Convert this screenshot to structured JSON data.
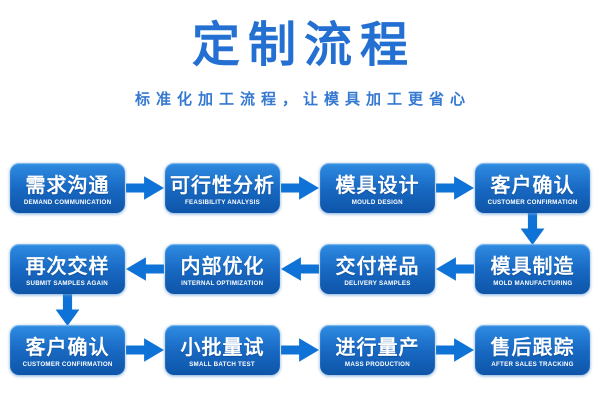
{
  "header": {
    "title": "定制流程",
    "subtitle": "标准化加工流程，让模具加工更省心"
  },
  "colors": {
    "title_blue": "#2470d2",
    "subtitle_blue": "#3579d2",
    "box_gradient_top": "#2f8ce2",
    "box_gradient_bottom": "#0e55a8",
    "arrow_blue": "#0e72d6",
    "text_white": "#ffffff",
    "background": "#ffffff"
  },
  "flow": {
    "pattern": "serpentine",
    "rows": [
      {
        "direction": "right",
        "steps": [
          {
            "zh": "需求沟通",
            "en": "DEMAND COMMUNICATION"
          },
          {
            "zh": "可行性分析",
            "en": "FEASIBILITY ANALYSIS"
          },
          {
            "zh": "模具设计",
            "en": "MOULD DESIGN"
          },
          {
            "zh": "客户确认",
            "en": "CUSTOMER CONFIRMATION"
          }
        ]
      },
      {
        "direction": "left",
        "steps": [
          {
            "zh": "再次交样",
            "en": "SUBMIT SAMPLES AGAIN"
          },
          {
            "zh": "内部优化",
            "en": "INTERNAL OPTIMIZATION"
          },
          {
            "zh": "交付样品",
            "en": "DELIVERY SAMPLES"
          },
          {
            "zh": "模具制造",
            "en": "MOLD MANUFACTURING"
          }
        ]
      },
      {
        "direction": "right",
        "steps": [
          {
            "zh": "客户确认",
            "en": "CUSTOMER CONFIRMATION"
          },
          {
            "zh": "小批量试",
            "en": "SMALL BATCH TEST"
          },
          {
            "zh": "进行量产",
            "en": "MASS PRODUCTION"
          },
          {
            "zh": "售后跟踪",
            "en": "AFTER SALES TRACKING"
          }
        ]
      }
    ]
  }
}
